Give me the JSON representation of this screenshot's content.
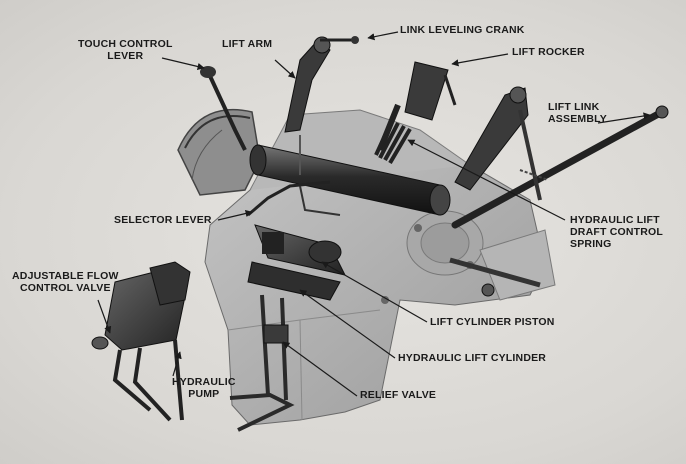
{
  "labels": {
    "touch_control_lever": [
      "TOUCH CONTROL",
      "LEVER"
    ],
    "lift_arm": "LIFT ARM",
    "link_leveling_crank": "LINK LEVELING CRANK",
    "lift_rocker": "LIFT ROCKER",
    "lift_link_assembly": [
      "LIFT LINK",
      "ASSEMBLY"
    ],
    "selector_lever": "SELECTOR LEVER",
    "hydraulic_lift_draft_control_spring": [
      "HYDRAULIC LIFT",
      "DRAFT CONTROL",
      "SPRING"
    ],
    "adjustable_flow_control_valve": [
      "ADJUSTABLE FLOW",
      "CONTROL VALVE"
    ],
    "lift_cylinder_piston": "LIFT CYLINDER PISTON",
    "hydraulic_lift_cylinder": "HYDRAULIC LIFT CYLINDER",
    "hydraulic_pump": [
      "HYDRAULIC",
      "PUMP"
    ],
    "relief_valve": "RELIEF VALVE"
  },
  "colors": {
    "background": "#dedcd8",
    "housing": "#aeaeae",
    "metal_dark": "#2a2a2a",
    "metal_mid": "#555555",
    "text": "#1a1a1a"
  }
}
